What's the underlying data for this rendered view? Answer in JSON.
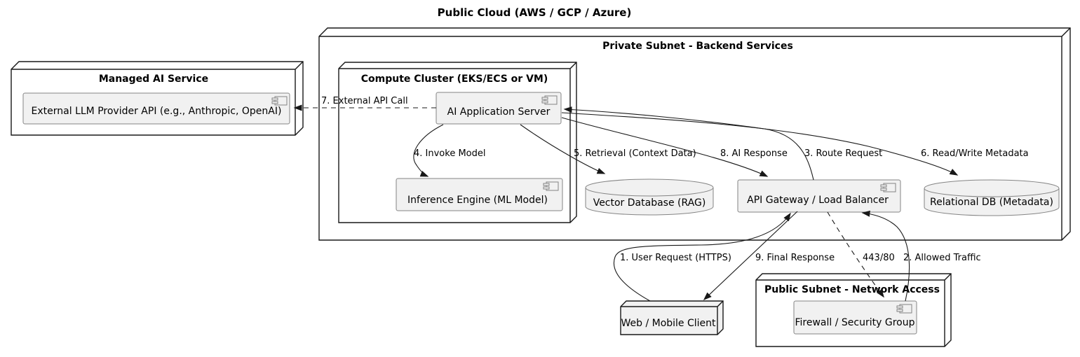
{
  "title": "Public Cloud (AWS / GCP / Azure)",
  "containers": {
    "managed_ai": {
      "title": "Managed AI Service"
    },
    "private_subnet": {
      "title": "Private Subnet - Backend Services"
    },
    "compute_cluster": {
      "title": "Compute Cluster (EKS/ECS or VM)"
    },
    "public_subnet": {
      "title": "Public Subnet - Network Access"
    }
  },
  "components": {
    "external_llm": {
      "label": "External LLM Provider API (e.g., Anthropic, OpenAI)"
    },
    "ai_app_server": {
      "label": "AI Application Server"
    },
    "inference_engine": {
      "label": "Inference Engine (ML Model)"
    },
    "api_gateway": {
      "label": "API Gateway / Load Balancer"
    },
    "firewall": {
      "label": "Firewall / Security Group"
    },
    "web_client": {
      "label": "Web / Mobile Client"
    }
  },
  "databases": {
    "vector_db": {
      "label": "Vector Database (RAG)"
    },
    "relational_db": {
      "label": "Relational DB (Metadata)"
    }
  },
  "edges": [
    {
      "label": "1. User Request (HTTPS)",
      "from": "web_client",
      "to": "api_gateway",
      "line": "solid"
    },
    {
      "label": "2. Allowed Traffic",
      "from": "firewall",
      "to": "api_gateway",
      "line": "solid"
    },
    {
      "label": "3. Route Request",
      "from": "api_gateway",
      "to": "ai_app_server",
      "line": "solid"
    },
    {
      "label": "4. Invoke Model",
      "from": "ai_app_server",
      "to": "inference_engine",
      "line": "solid"
    },
    {
      "label": "5. Retrieval (Context Data)",
      "from": "ai_app_server",
      "to": "vector_db",
      "line": "solid"
    },
    {
      "label": "6. Read/Write Metadata",
      "from": "ai_app_server",
      "to": "relational_db",
      "line": "solid"
    },
    {
      "label": "7. External API Call",
      "from": "ai_app_server",
      "to": "external_llm",
      "line": "dashed"
    },
    {
      "label": "8. AI Response",
      "from": "ai_app_server",
      "to": "api_gateway",
      "line": "solid"
    },
    {
      "label": "9. Final Response",
      "from": "api_gateway",
      "to": "web_client",
      "line": "solid"
    },
    {
      "label": "443/80",
      "from": "api_gateway",
      "to": "firewall",
      "line": "dashed"
    }
  ],
  "colors": {
    "background": "#ffffff",
    "node_border": "#181818",
    "node_fill": "#ffffff",
    "component_fill": "#f1f1f1",
    "component_border": "#848484",
    "edge": "#181818",
    "text": "#000000"
  }
}
